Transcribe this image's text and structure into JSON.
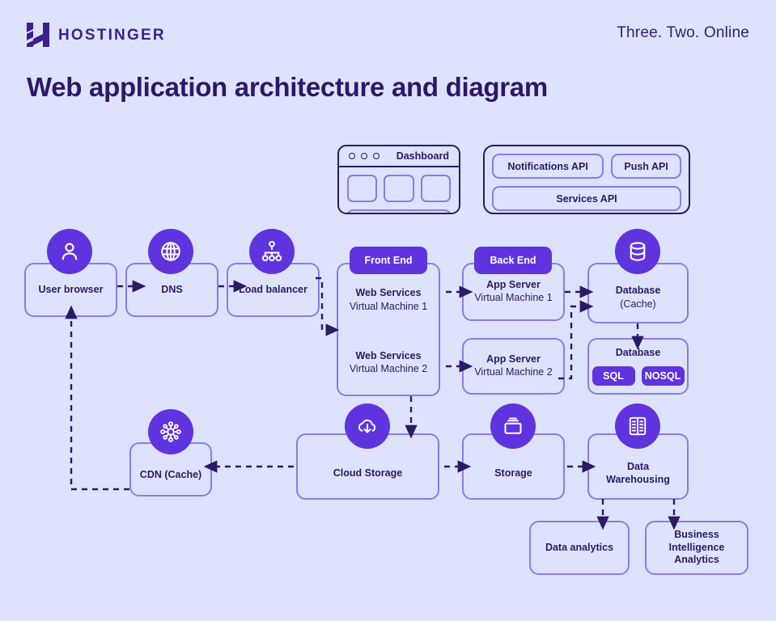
{
  "header": {
    "logo_text": "HOSTINGER",
    "logo_icon": "hostinger-h-logo",
    "tagline": "Three. Two. Online",
    "title": "Web application architecture and diagram"
  },
  "colors": {
    "background": "#dde3fc",
    "accent_purple": "#5f34df",
    "border_purple": "#8a7ceb",
    "dark_navy": "#2b1b62"
  },
  "dashboard": {
    "title": "Dashboard",
    "dot_count": 3,
    "cell_count": 3
  },
  "api_group": {
    "boxes": [
      {
        "label": "Notifications API"
      },
      {
        "label": "Push API"
      },
      {
        "label": "Services API"
      }
    ]
  },
  "nodes": [
    {
      "id": "user-browser",
      "line1": "User browser",
      "line2": "",
      "icon": "user-icon"
    },
    {
      "id": "dns",
      "line1": "DNS",
      "line2": "",
      "icon": "globe-icon"
    },
    {
      "id": "load-balancer",
      "line1": "Load balancer",
      "line2": "",
      "icon": "load-balancer-icon"
    },
    {
      "id": "web-services-1",
      "line1": "Web Services",
      "line2": "Virtual Machine 1",
      "icon": ""
    },
    {
      "id": "web-services-2",
      "line1": "Web Services",
      "line2": "Virtual Machine 2",
      "icon": ""
    },
    {
      "id": "app-server-1",
      "line1": "App Server",
      "line2": "Virtual Machine 1",
      "icon": ""
    },
    {
      "id": "app-server-2",
      "line1": "App Server",
      "line2": "Virtual Machine 2",
      "icon": ""
    },
    {
      "id": "database-cache",
      "line1": "Database",
      "line2": "(Cache)",
      "icon": "database-icon"
    },
    {
      "id": "database",
      "line1": "Database",
      "line2": "",
      "icon": ""
    },
    {
      "id": "cdn-cache",
      "line1": "CDN (Cache)",
      "line2": "",
      "icon": "cdn-icon"
    },
    {
      "id": "cloud-storage",
      "line1": "Cloud Storage",
      "line2": "",
      "icon": "cloud-download-icon"
    },
    {
      "id": "storage",
      "line1": "Storage",
      "line2": "",
      "icon": "storage-box-icon"
    },
    {
      "id": "data-warehousing",
      "line1": "Data",
      "line2": "Warehousing",
      "icon": "server-rack-icon"
    },
    {
      "id": "data-analytics",
      "line1": "Data analytics",
      "line2": "",
      "icon": ""
    },
    {
      "id": "bi-analytics",
      "line1": "Business Intelligence",
      "line2": "Analytics",
      "icon": ""
    }
  ],
  "pills": {
    "front_end": "Front End",
    "back_end": "Back End"
  },
  "database_tags": [
    {
      "label": "SQL"
    },
    {
      "label": "NOSQL"
    }
  ]
}
